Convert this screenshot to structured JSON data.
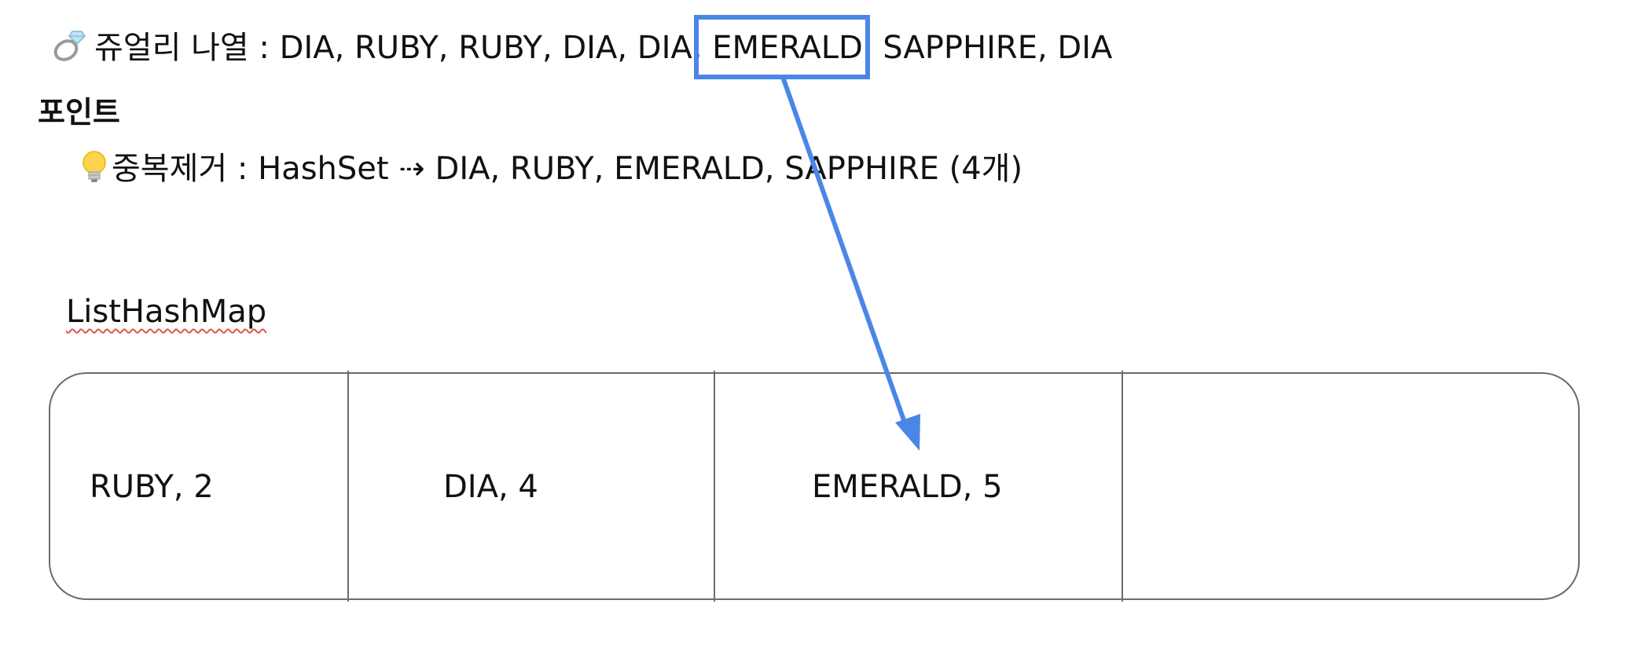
{
  "line1": {
    "prefix": "쥬얼리 나열 : DIA, RUBY, RUBY, DIA, DIA,",
    "highlight": "EMERALD",
    "suffix": ", SAPPHIRE, DIA"
  },
  "heading": "포인트",
  "line2": "중복제거 : HashSet ⇢ DIA, RUBY, EMERALD, SAPPHIRE (4개)",
  "map_label": "ListHashMap",
  "cells": [
    "RUBY, 2",
    "DIA, 4",
    "EMERALD, 5",
    ""
  ],
  "colors": {
    "highlight": "#4a86e8",
    "border": "#6b6b6b",
    "text": "#111111",
    "spellcheck": "#e0554f"
  },
  "icons": [
    "ring-icon",
    "lightbulb-icon"
  ]
}
